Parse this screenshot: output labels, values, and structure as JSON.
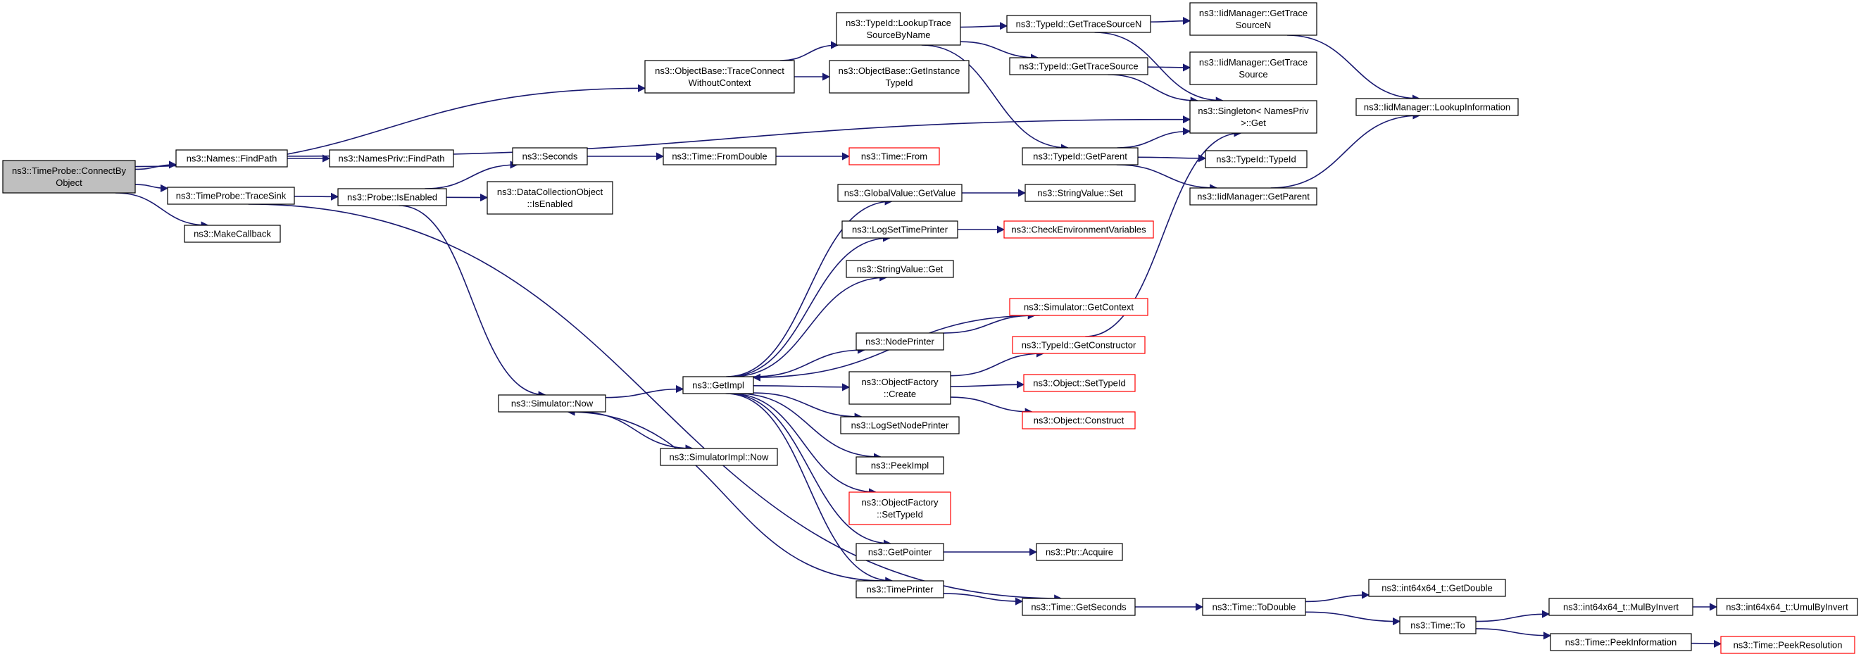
{
  "colors": {
    "edge": "#191970",
    "node_border": "#000000",
    "highlight_border": "#ff0000",
    "root_fill": "#bfbfbf",
    "background": "#ffffff"
  },
  "nodes": [
    {
      "id": "connect",
      "lines": [
        "ns3::TimeProbe::ConnectBy",
        "Object"
      ],
      "style": "root"
    },
    {
      "id": "tcwc",
      "lines": [
        "ns3::ObjectBase::TraceConnect",
        "WithoutContext"
      ]
    },
    {
      "id": "lookup",
      "lines": [
        "ns3::TypeId::LookupTrace",
        "SourceByName"
      ]
    },
    {
      "id": "getinst",
      "lines": [
        "ns3::ObjectBase::GetInstance",
        "TypeId"
      ]
    },
    {
      "id": "gtsn",
      "lines": [
        "ns3::TypeId::GetTraceSourceN"
      ]
    },
    {
      "id": "gts",
      "lines": [
        "ns3::TypeId::GetTraceSource"
      ]
    },
    {
      "id": "iid_gtsn",
      "lines": [
        "ns3::IidManager::GetTrace",
        "SourceN"
      ]
    },
    {
      "id": "iid_gts",
      "lines": [
        "ns3::IidManager::GetTrace",
        "Source"
      ]
    },
    {
      "id": "singleton",
      "lines": [
        "ns3::Singleton< NamesPriv",
        ">::Get"
      ]
    },
    {
      "id": "lookupinfo",
      "lines": [
        "ns3::IidManager::LookupInformation"
      ]
    },
    {
      "id": "findpath",
      "lines": [
        "ns3::Names::FindPath"
      ]
    },
    {
      "id": "npfindpath",
      "lines": [
        "ns3::NamesPriv::FindPath"
      ]
    },
    {
      "id": "tracesink",
      "lines": [
        "ns3::TimeProbe::TraceSink"
      ]
    },
    {
      "id": "makecb",
      "lines": [
        "ns3::MakeCallback"
      ]
    },
    {
      "id": "isenabled",
      "lines": [
        "ns3::Probe::IsEnabled"
      ]
    },
    {
      "id": "seconds",
      "lines": [
        "ns3::Seconds"
      ]
    },
    {
      "id": "fromdouble",
      "lines": [
        "ns3::Time::FromDouble"
      ]
    },
    {
      "id": "timefrom",
      "lines": [
        "ns3::Time::From"
      ],
      "style": "red"
    },
    {
      "id": "dcoisen",
      "lines": [
        "ns3::DataCollectionObject",
        "::IsEnabled"
      ]
    },
    {
      "id": "getparent",
      "lines": [
        "ns3::TypeId::GetParent"
      ]
    },
    {
      "id": "typeidctor",
      "lines": [
        "ns3::TypeId::TypeId"
      ]
    },
    {
      "id": "iidgetparent",
      "lines": [
        "ns3::IidManager::GetParent"
      ]
    },
    {
      "id": "gvgetvalue",
      "lines": [
        "ns3::GlobalValue::GetValue"
      ]
    },
    {
      "id": "svset",
      "lines": [
        "ns3::StringValue::Set"
      ]
    },
    {
      "id": "logsettime",
      "lines": [
        "ns3::LogSetTimePrinter"
      ]
    },
    {
      "id": "checkenv",
      "lines": [
        "ns3::CheckEnvironmentVariables"
      ],
      "style": "red"
    },
    {
      "id": "svget",
      "lines": [
        "ns3::StringValue::Get"
      ]
    },
    {
      "id": "simctx",
      "lines": [
        "ns3::Simulator::GetContext"
      ],
      "style": "red"
    },
    {
      "id": "nodeprinter",
      "lines": [
        "ns3::NodePrinter"
      ]
    },
    {
      "id": "getctor",
      "lines": [
        "ns3::TypeId::GetConstructor"
      ],
      "style": "red"
    },
    {
      "id": "ofcreate",
      "lines": [
        "ns3::ObjectFactory",
        "::Create"
      ]
    },
    {
      "id": "objsettypeid",
      "lines": [
        "ns3::Object::SetTypeId"
      ],
      "style": "red"
    },
    {
      "id": "objconstruct",
      "lines": [
        "ns3::Object::Construct"
      ],
      "style": "red"
    },
    {
      "id": "simnow",
      "lines": [
        "ns3::Simulator::Now"
      ]
    },
    {
      "id": "getimpl",
      "lines": [
        "ns3::GetImpl"
      ]
    },
    {
      "id": "logsetnode",
      "lines": [
        "ns3::LogSetNodePrinter"
      ]
    },
    {
      "id": "simimplnow",
      "lines": [
        "ns3::SimulatorImpl::Now"
      ]
    },
    {
      "id": "peekimpl",
      "lines": [
        "ns3::PeekImpl"
      ]
    },
    {
      "id": "ofsettypeid",
      "lines": [
        "ns3::ObjectFactory",
        "::SetTypeId"
      ],
      "style": "red"
    },
    {
      "id": "getpointer",
      "lines": [
        "ns3::GetPointer"
      ]
    },
    {
      "id": "ptracquire",
      "lines": [
        "ns3::Ptr::Acquire"
      ]
    },
    {
      "id": "timeprinter",
      "lines": [
        "ns3::TimePrinter"
      ]
    },
    {
      "id": "getseconds",
      "lines": [
        "ns3::Time::GetSeconds"
      ]
    },
    {
      "id": "todouble",
      "lines": [
        "ns3::Time::ToDouble"
      ]
    },
    {
      "id": "getdouble",
      "lines": [
        "ns3::int64x64_t::GetDouble"
      ]
    },
    {
      "id": "timeto",
      "lines": [
        "ns3::Time::To"
      ]
    },
    {
      "id": "mulbyinvert",
      "lines": [
        "ns3::int64x64_t::MulByInvert"
      ]
    },
    {
      "id": "umulbyinvert",
      "lines": [
        "ns3::int64x64_t::UmulByInvert"
      ]
    },
    {
      "id": "peekinfo",
      "lines": [
        "ns3::Time::PeekInformation"
      ]
    },
    {
      "id": "peekres",
      "lines": [
        "ns3::Time::PeekResolution"
      ],
      "style": "red"
    }
  ],
  "edges": [
    [
      "connect",
      "tcwc"
    ],
    [
      "connect",
      "findpath"
    ],
    [
      "connect",
      "tracesink"
    ],
    [
      "connect",
      "makecb"
    ],
    [
      "tcwc",
      "lookup"
    ],
    [
      "tcwc",
      "getinst"
    ],
    [
      "lookup",
      "gtsn"
    ],
    [
      "lookup",
      "gts"
    ],
    [
      "lookup",
      "getparent"
    ],
    [
      "gtsn",
      "iid_gtsn"
    ],
    [
      "gtsn",
      "singleton"
    ],
    [
      "gts",
      "iid_gts"
    ],
    [
      "gts",
      "singleton"
    ],
    [
      "iid_gtsn",
      "lookupinfo"
    ],
    [
      "findpath",
      "singleton"
    ],
    [
      "findpath",
      "npfindpath"
    ],
    [
      "tracesink",
      "isenabled"
    ],
    [
      "tracesink",
      "getseconds"
    ],
    [
      "isenabled",
      "seconds"
    ],
    [
      "isenabled",
      "dcoisen"
    ],
    [
      "isenabled",
      "simnow"
    ],
    [
      "seconds",
      "fromdouble"
    ],
    [
      "fromdouble",
      "timefrom"
    ],
    [
      "getparent",
      "singleton"
    ],
    [
      "getparent",
      "typeidctor"
    ],
    [
      "getparent",
      "iidgetparent"
    ],
    [
      "iidgetparent",
      "lookupinfo"
    ],
    [
      "simnow",
      "getimpl"
    ],
    [
      "simnow",
      "simimplnow"
    ],
    [
      "getimpl",
      "gvgetvalue"
    ],
    [
      "getimpl",
      "logsettime"
    ],
    [
      "getimpl",
      "svget"
    ],
    [
      "getimpl",
      "nodeprinter"
    ],
    [
      "getimpl",
      "ofcreate"
    ],
    [
      "getimpl",
      "logsetnode"
    ],
    [
      "getimpl",
      "peekimpl"
    ],
    [
      "getimpl",
      "ofsettypeid"
    ],
    [
      "getimpl",
      "getpointer"
    ],
    [
      "getimpl",
      "timeprinter"
    ],
    [
      "gvgetvalue",
      "svset"
    ],
    [
      "logsettime",
      "checkenv"
    ],
    [
      "simctx",
      "getimpl"
    ],
    [
      "nodeprinter",
      "simctx"
    ],
    [
      "ofcreate",
      "getctor"
    ],
    [
      "ofcreate",
      "objsettypeid"
    ],
    [
      "ofcreate",
      "objconstruct"
    ],
    [
      "getctor",
      "singleton"
    ],
    [
      "getpointer",
      "ptracquire"
    ],
    [
      "timeprinter",
      "simnow"
    ],
    [
      "timeprinter",
      "getseconds"
    ],
    [
      "getseconds",
      "todouble"
    ],
    [
      "todouble",
      "getdouble"
    ],
    [
      "todouble",
      "timeto"
    ],
    [
      "timeto",
      "mulbyinvert"
    ],
    [
      "timeto",
      "peekinfo"
    ],
    [
      "mulbyinvert",
      "umulbyinvert"
    ],
    [
      "peekinfo",
      "peekres"
    ]
  ]
}
